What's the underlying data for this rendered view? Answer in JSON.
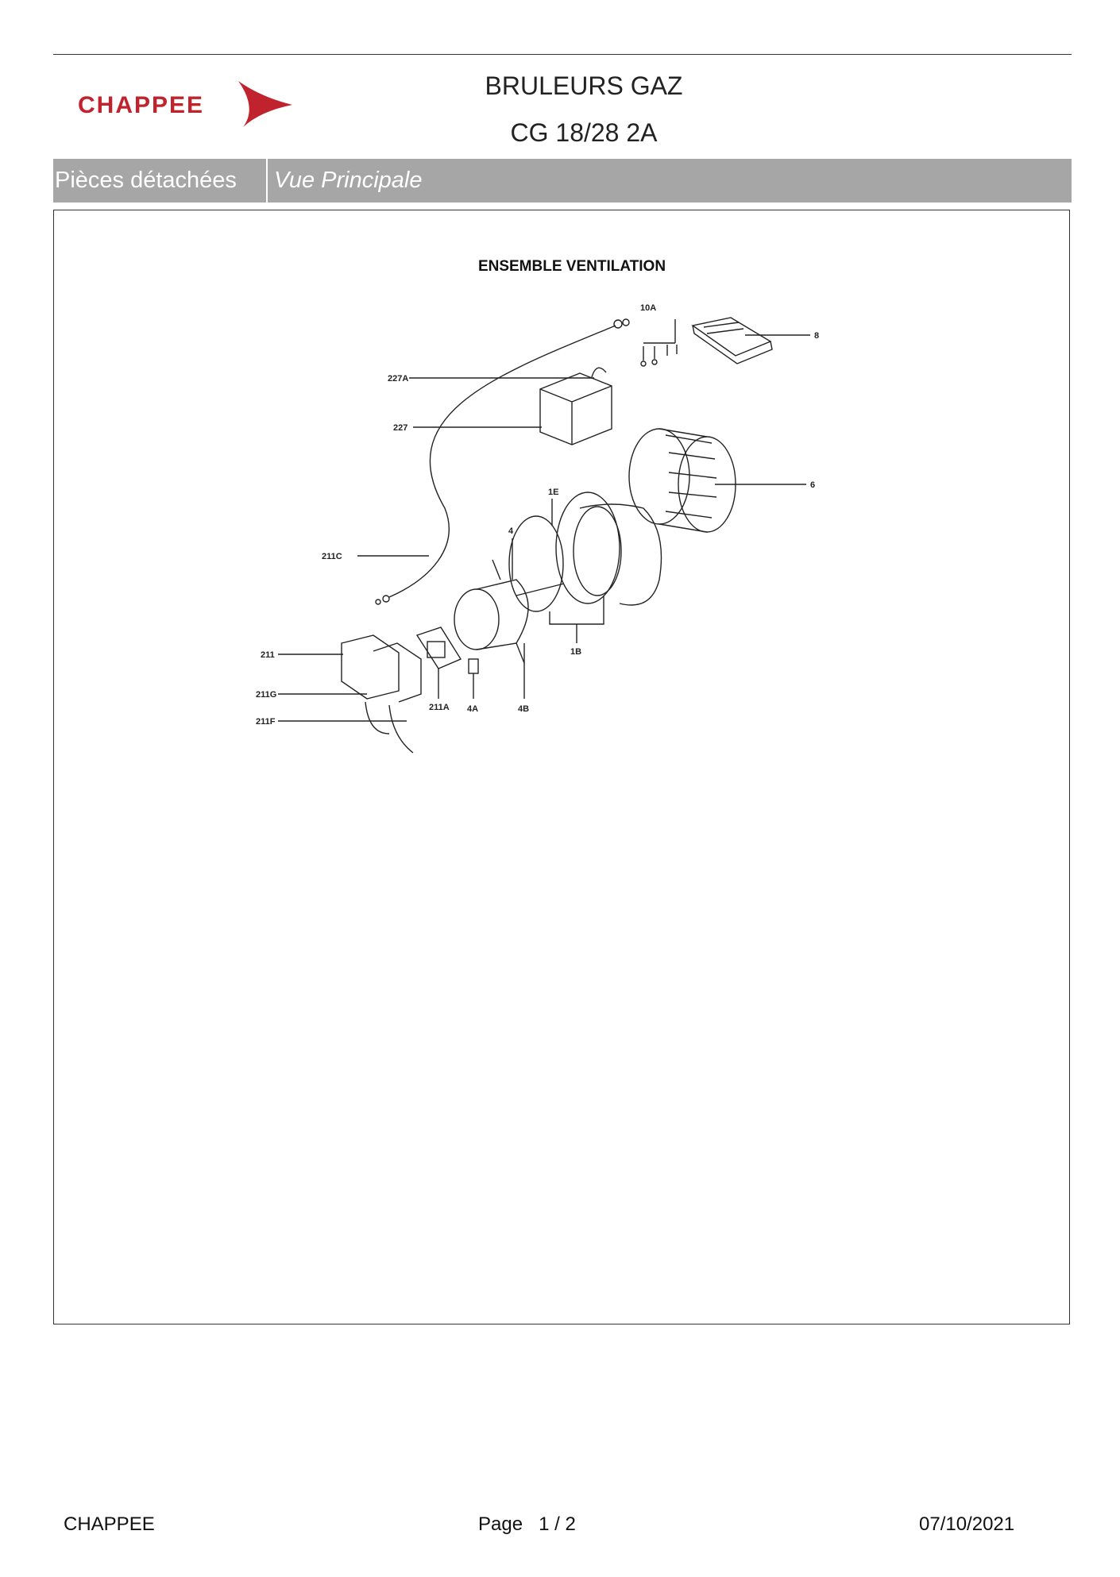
{
  "header": {
    "brand": "CHAPPEE",
    "title_line1": "BRULEURS GAZ",
    "title_line2": "CG 18/28 2A"
  },
  "section_bar": {
    "left_label": "Pièces détachées",
    "right_label": "Vue Principale"
  },
  "diagram": {
    "title": "ENSEMBLE VENTILATION",
    "callouts": [
      "10A",
      "8",
      "227A",
      "227",
      "1E",
      "6",
      "4",
      "211C",
      "1B",
      "211",
      "211G",
      "211F",
      "211A",
      "4A",
      "4B"
    ]
  },
  "footer": {
    "company": "CHAPPEE",
    "page_label": "Page",
    "page_number": "1",
    "page_sep": "/",
    "page_total": "2",
    "date": "07/10/2021"
  },
  "colors": {
    "brand_red": "#c0232d",
    "bar_gray": "#a6a6a6"
  }
}
